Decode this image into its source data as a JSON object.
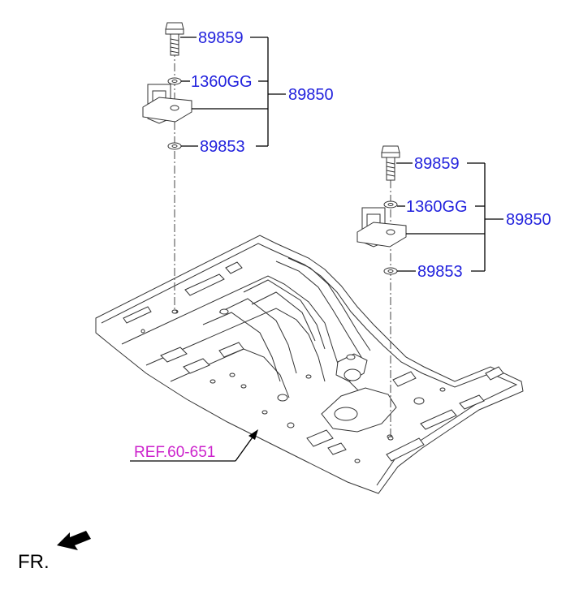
{
  "callouts": {
    "top": {
      "bolt": "89859",
      "washer": "1360GG",
      "assembly": "89850",
      "nut": "89853"
    },
    "right": {
      "bolt": "89859",
      "washer": "1360GG",
      "assembly": "89850",
      "nut": "89853"
    }
  },
  "reference": "REF.60-651",
  "direction_label": "FR.",
  "colors": {
    "part_number": "#2222dd",
    "reference": "#cc22cc"
  }
}
